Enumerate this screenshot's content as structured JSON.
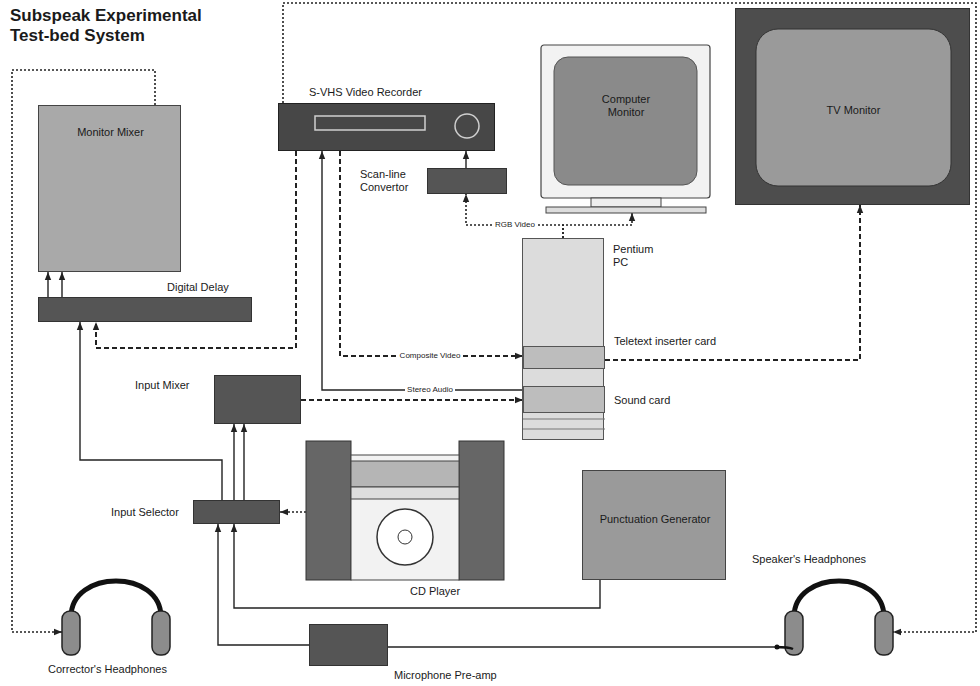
{
  "diagram": {
    "title": "Subspeak Experimental Test-bed System",
    "nodes": [
      {
        "text": [
          "Monitor Mixer"
        ]
      },
      {
        "text": [
          "Digital Delay"
        ]
      },
      {
        "text": [
          "S-VHS Video Recorder"
        ]
      },
      {
        "text": [
          "Scan-line Convertor"
        ]
      },
      {
        "text": [
          "Computer Monitor"
        ]
      },
      {
        "text": [
          "TV Monitor"
        ]
      },
      {
        "text": [
          "Pentium PC"
        ]
      },
      {
        "text": [
          "Teletext inserter card"
        ],
        "in": 6
      },
      {
        "text": [
          "Sound card"
        ],
        "in": 6
      },
      {
        "text": [
          "Input Mixer"
        ]
      },
      {
        "text": [
          "Input Selector"
        ]
      },
      {
        "text": [
          "CD Player"
        ]
      },
      {
        "text": [
          "Punctuation Generator"
        ]
      },
      {
        "text": [
          "Microphone Pre-amp"
        ]
      },
      {
        "text": [
          "Corrector's Headphones"
        ]
      },
      {
        "text": [
          "Speaker's Headphones"
        ]
      }
    ],
    "edges": [
      {
        "from": 0,
        "to": 14,
        "arrow": "to"
      },
      {
        "from": 1,
        "to": 0,
        "arrow": "to"
      },
      {
        "from": 1,
        "to": 0,
        "arrow": "to"
      },
      {
        "from": 2,
        "to": 1,
        "arrow": "to"
      },
      {
        "from": 10,
        "to": 1,
        "arrow": "to"
      },
      {
        "from": 10,
        "to": 9,
        "arrow": "to"
      },
      {
        "from": 10,
        "to": 9,
        "arrow": "to"
      },
      {
        "from": 9,
        "to": 8,
        "arrow": "to"
      },
      {
        "from": 8,
        "to": 2,
        "label": "Stereo Audio",
        "arrow": "to"
      },
      {
        "from": 2,
        "to": 7,
        "label": "Composite Video",
        "arrow": "to"
      },
      {
        "from": 3,
        "to": 2,
        "arrow": "to"
      },
      {
        "from": 6,
        "to": 3,
        "label": "RGB Video",
        "arrow": "to"
      },
      {
        "from": 6,
        "to": 4,
        "arrow": "to"
      },
      {
        "from": 7,
        "to": 5,
        "arrow": "to"
      },
      {
        "from": 11,
        "to": 10,
        "arrow": "to"
      },
      {
        "from": 12,
        "to": 10,
        "arrow": "to"
      },
      {
        "from": 13,
        "to": 10,
        "arrow": "to"
      },
      {
        "from": 15,
        "to": 13,
        "arrow": "none"
      },
      {
        "from": 2,
        "to": 15,
        "arrow": "to"
      }
    ]
  }
}
